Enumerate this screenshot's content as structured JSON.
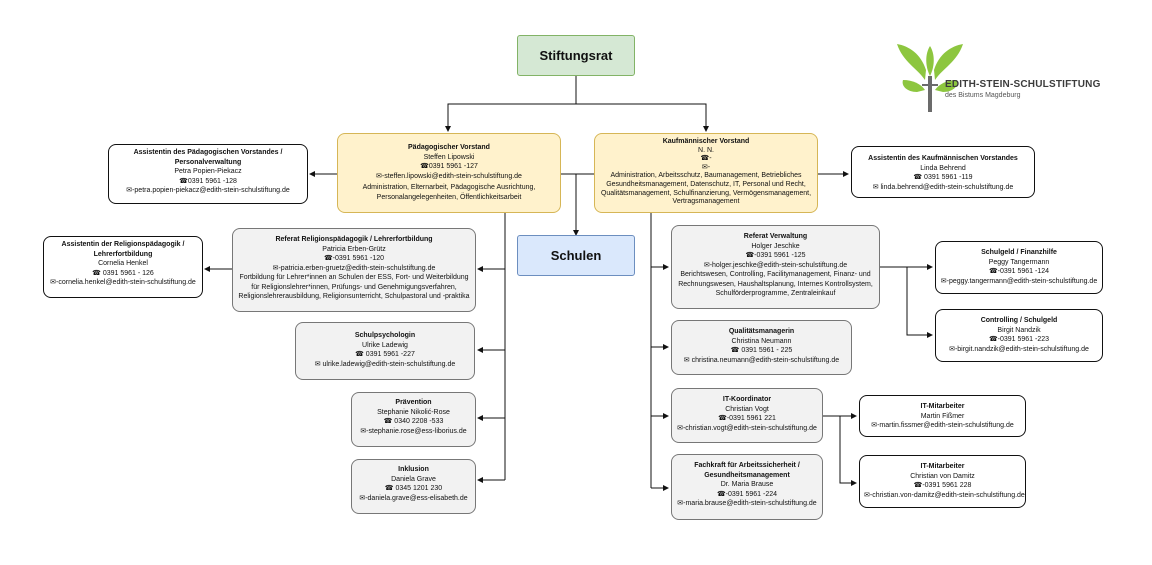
{
  "top": {
    "title": "Stiftungsrat"
  },
  "schulen": {
    "title": "Schulen"
  },
  "logo": {
    "title": "EDITH-STEIN-SCHULSTIFTUNG",
    "subtitle": "des Bistums Magdeburg"
  },
  "colors": {
    "green_fill": "#d5e8d4",
    "green_border": "#82b366",
    "blue_fill": "#dae8fc",
    "blue_border": "#6c8ebf",
    "yellow_fill": "#fff2cc",
    "yellow_border": "#d6b656",
    "logo_green": "#8dc63f"
  },
  "paed": {
    "title": "Pädagogischer Vorstand",
    "name": "Steffen Lipowski",
    "phone": "☎0391 5961 -127",
    "mail": "✉-steffen.lipowski@edith-stein-schulstiftung.de",
    "desc": "Administration, Elternarbeit, Pädagogische Ausrichtung, Personalangelegenheiten, Öffentlichkeitsarbeit"
  },
  "kauf": {
    "title": "Kaufmännischer Vorstand",
    "name": "N. N.",
    "phone": "☎-",
    "mail": "✉-",
    "desc": "Administration, Arbeitsschutz, Baumanagement, Betriebliches Gesundheitsmanagement, Datenschutz, IT, Personal und Recht, Qualitätsmanagement, Schulfinanzierung, Vermögensmanagement, Vertragsmanagement"
  },
  "ass_paed": {
    "title": "Assistentin des Pädagogischen Vorstandes / Personalverwaltung",
    "name": "Petra Popien-Piekacz",
    "phone": "☎0391 5961 -128",
    "mail": "✉-petra.popien-piekacz@edith-stein-schulstiftung.de"
  },
  "ass_kauf": {
    "title": "Assistentin des Kaufmännischen Vorstandes",
    "name": "Linda Behrend",
    "phone": "☎ 0391 5961 -119",
    "mail": "✉ linda.behrend@edith-stein-schulstiftung.de"
  },
  "ass_rel": {
    "title": "Assistentin der Religionspädagogik / Lehrerfortbildung",
    "name": "Cornelia Henkel",
    "phone": "☎ 0391 5961 - 126",
    "mail": "✉-cornelia.henkel@edith-stein-schulstiftung.de"
  },
  "ref_rel": {
    "title": "Referat Religionspädagogik / Lehrerfortbildung",
    "name": "Patricia Erben-Grütz",
    "phone": "☎-0391 5961 -120",
    "mail": "✉-patricia.erben-gruetz@edith-stein-schulstiftung.de",
    "desc": "Fortbildung für Lehrer*innen an Schulen der ESS, Fort- und Weiterbildung für Religionslehrer*innen, Prüfungs- und Genehmigungsverfahren, Religionslehrerausbildung, Religionsunterricht, Schulpastoral und -praktika"
  },
  "psych": {
    "title": "Schulpsychologin",
    "name": "Ulrike Ladewig",
    "phone": "☎ 0391 5961 -227",
    "mail": "✉ ulrike.ladewig@edith-stein-schulstiftung.de"
  },
  "praev": {
    "title": "Prävention",
    "name": "Stephanie Nikolić-Rose",
    "phone": "☎ 0340 2208 -533",
    "mail": "✉-stephanie.rose@ess-liborius.de"
  },
  "inkl": {
    "title": "Inklusion",
    "name": "Daniela Grave",
    "phone": "☎ 0345 1201 230",
    "mail": "✉-daniela.grave@ess-elisabeth.de"
  },
  "ref_verw": {
    "title": "Referat Verwaltung",
    "name": "Holger Jeschke",
    "phone": "☎-0391 5961 -125",
    "mail": "✉-holger.jeschke@edith-stein-schulstiftung.de",
    "desc": "Berichtswesen, Controlling, Facilitymanagement, Finanz- und Rechnungswesen, Haushaltsplanung, Internes Kontrollsystem, Schulförderprogramme, Zentraleinkauf"
  },
  "geld": {
    "title": "Schulgeld / Finanzhilfe",
    "name": "Peggy Tangermann",
    "phone": "☎-0391 5961 -124",
    "mail": "✉-peggy.tangermann@edith-stein-schulstiftung.de"
  },
  "ctrl": {
    "title": "Controlling / Schulgeld",
    "name": "Birgit Nandzik",
    "phone": "☎-0391 5961 -223",
    "mail": "✉-birgit.nandzik@edith-stein-schulstiftung.de"
  },
  "qual": {
    "title": "Qualitätsmanagerin",
    "name": "Christina Neumann",
    "phone": "☎ 0391 5961 - 225",
    "mail": "✉ christina.neumann@edith-stein-schulstiftung.de"
  },
  "itk": {
    "title": "IT-Koordinator",
    "name": "Christian Vogt",
    "phone": "☎-0391 5961 221",
    "mail": "✉-christian.vogt@edith-stein-schulstiftung.de"
  },
  "it1": {
    "title": "IT-Mitarbeiter",
    "name": "Martin Fißmer",
    "phone": "",
    "mail": "✉-martin.fissmer@edith-stein-schulstiftung.de"
  },
  "it2": {
    "title": "IT-Mitarbeiter",
    "name": "Christian von Damitz",
    "phone": "☎-0391 5961 228",
    "mail": "✉-christian.von-damitz@edith-stein-schulstiftung.de"
  },
  "arb": {
    "title": "Fachkraft für Arbeitssicherheit / Gesundheitsmanagement",
    "name": "Dr. Maria Brause",
    "phone": "☎-0391 5961 -224",
    "mail": "✉-maria.brause@edith-stein-schulstiftung.de"
  }
}
